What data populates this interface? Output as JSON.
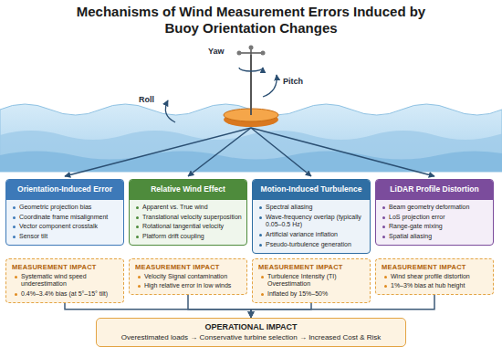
{
  "diagram": {
    "title": "Mechanisms of Wind Measurement Errors Induced by Buoy Orientation Changes",
    "nodes": [
      {
        "text": [
          "Orientation-Induced Error",
          "Geometric projection bias",
          "Coordinate frame misalignment",
          "Vector component crosstalk",
          "Sensor tilt"
        ]
      },
      {
        "text": [
          "Relative Wind Effect",
          "Apparent vs. True wind",
          "Translational velocity superposition",
          "Rotational tangential velocity",
          "Platform drift coupling"
        ]
      },
      {
        "text": [
          "Motion-Induced Turbulence",
          "Spectral aliasing",
          "Wave-frequency overlap (typically 0.05–0.5 Hz)",
          "Artificial variance inflation",
          "Pseudo-turbulence generation"
        ]
      },
      {
        "text": [
          "LiDAR Profile Distortion",
          "Beam geometry deformation",
          "LoS projection error",
          "Range-gate mixing",
          "Spatial aliasing"
        ]
      },
      {
        "text": [
          "MEASUREMENT IMPACT",
          "Systematic wind speed underestimation",
          "0.4%–3.4% bias (at 5°–15° tilt)"
        ]
      },
      {
        "text": [
          "MEASUREMENT IMPACT",
          "Velocity Signal contamination",
          "High relative error in low winds"
        ]
      },
      {
        "text": [
          "MEASUREMENT IMPACT",
          "Turbulence Intensity (TI) Overestimation",
          "Inflated by 15%–50%"
        ]
      },
      {
        "text": [
          "MEASUREMENT IMPACT",
          "Wind shear profile distortion",
          "1%–3% bias at hub height"
        ]
      },
      {
        "text": [
          "OPERATIONAL IMPACT",
          "Overestimated loads → Conservative turbine selection → Increased Cost & Risk"
        ]
      }
    ],
    "edges": [
      {
        "from": 4,
        "to": 8,
        "arrow": "to"
      },
      {
        "from": 5,
        "to": 8,
        "arrow": "to"
      },
      {
        "from": 6,
        "to": 8,
        "arrow": "to"
      },
      {
        "from": 7,
        "to": 8,
        "arrow": "to"
      }
    ],
    "labels": [
      "Yaw",
      "Pitch",
      "Roll"
    ]
  }
}
